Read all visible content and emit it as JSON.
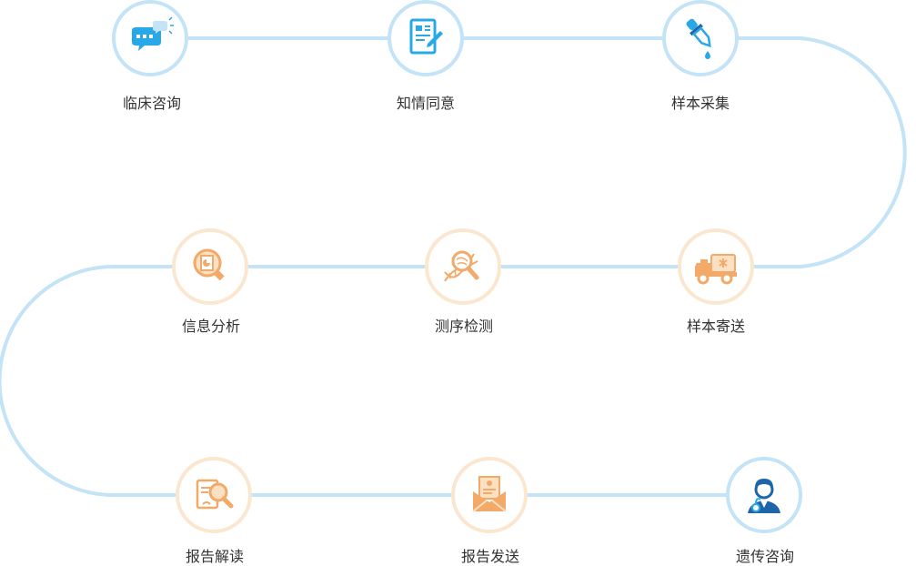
{
  "colors": {
    "path": "#c3e3f7",
    "blue_ring": "#c3e3f7",
    "blue_icon": "#29a8e8",
    "orange_ring": "#fbe7cf",
    "orange_icon": "#f3a968",
    "navy_icon": "#1f66a8",
    "label_text": "#333333"
  },
  "steps": [
    {
      "label": "临床咨询",
      "icon": "chat-bubble-icon"
    },
    {
      "label": "知情同意",
      "icon": "consent-form-icon"
    },
    {
      "label": "样本采集",
      "icon": "dropper-icon"
    },
    {
      "label": "样本寄送",
      "icon": "delivery-truck-icon"
    },
    {
      "label": "测序检测",
      "icon": "dna-magnifier-icon"
    },
    {
      "label": "信息分析",
      "icon": "document-magnifier-icon"
    },
    {
      "label": "报告解读",
      "icon": "report-search-icon"
    },
    {
      "label": "报告发送",
      "icon": "envelope-icon"
    },
    {
      "label": "遗传咨询",
      "icon": "doctor-icon"
    }
  ]
}
